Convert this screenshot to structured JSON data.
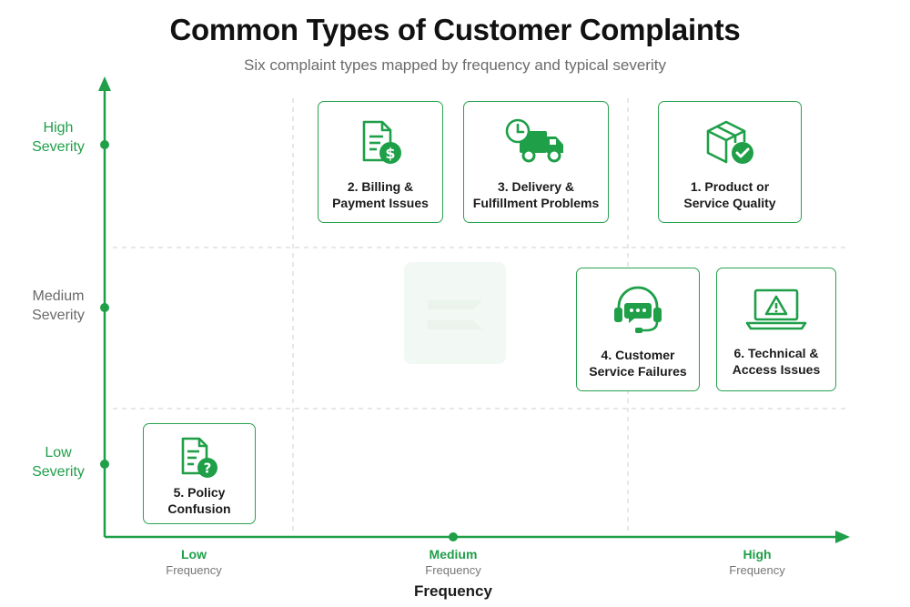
{
  "header": {
    "title": "Common Types of Customer Complaints",
    "subtitle": "Six complaint types mapped by frequency and typical severity"
  },
  "y_axis": {
    "levels": [
      {
        "line1": "High",
        "line2": "Severity"
      },
      {
        "line1": "Medium",
        "line2": "Severity"
      },
      {
        "line1": "Low",
        "line2": "Severity"
      }
    ]
  },
  "x_axis": {
    "title": "Frequency",
    "levels": [
      {
        "level": "Low",
        "sub": "Frequency"
      },
      {
        "level": "Medium",
        "sub": "Frequency"
      },
      {
        "level": "High",
        "sub": "Frequency"
      }
    ]
  },
  "colors": {
    "accent": "#1e9f48",
    "card_border": "#28a24f",
    "grid": "#cfcfcf"
  },
  "complaints": [
    {
      "line1": "2. Billing &",
      "line2": "Payment Issues",
      "icon": "billing-document-dollar-icon"
    },
    {
      "line1": "3. Delivery &",
      "line2": "Fulfillment Problems",
      "icon": "delivery-truck-clock-icon"
    },
    {
      "line1": "1. Product or",
      "line2": "Service Quality",
      "icon": "product-box-check-icon"
    },
    {
      "line1": "4. Customer",
      "line2": "Service Failures",
      "icon": "headset-chat-icon"
    },
    {
      "line1": "6. Technical &",
      "line2": "Access Issues",
      "icon": "laptop-warning-icon"
    },
    {
      "line1": "5. Policy",
      "line2": "Confusion",
      "icon": "document-question-icon"
    }
  ]
}
